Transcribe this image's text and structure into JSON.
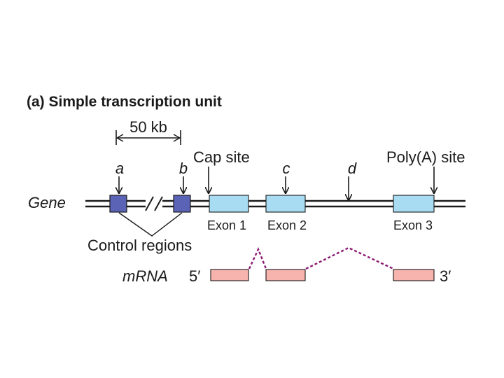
{
  "title": "(a)  Simple transcription unit",
  "scale_label": "50 kb",
  "gene_label": "Gene",
  "mrna_label": "mRNA",
  "control_regions_label": "Control regions",
  "markers": {
    "a": "a",
    "b": "b",
    "c": "c",
    "d": "d",
    "cap_site": "Cap site",
    "polya_site": "Poly(A) site"
  },
  "exons": {
    "exon1": "Exon 1",
    "exon2": "Exon 2",
    "exon3": "Exon 3"
  },
  "mrna_ends": {
    "five_prime": "5′",
    "three_prime": "3′"
  },
  "colors": {
    "control_region": "#5b63b7",
    "exon": "#a8dcf2",
    "mrna": "#f7b3ad",
    "splice": "#8b1a72",
    "line": "#1a1a1a"
  }
}
